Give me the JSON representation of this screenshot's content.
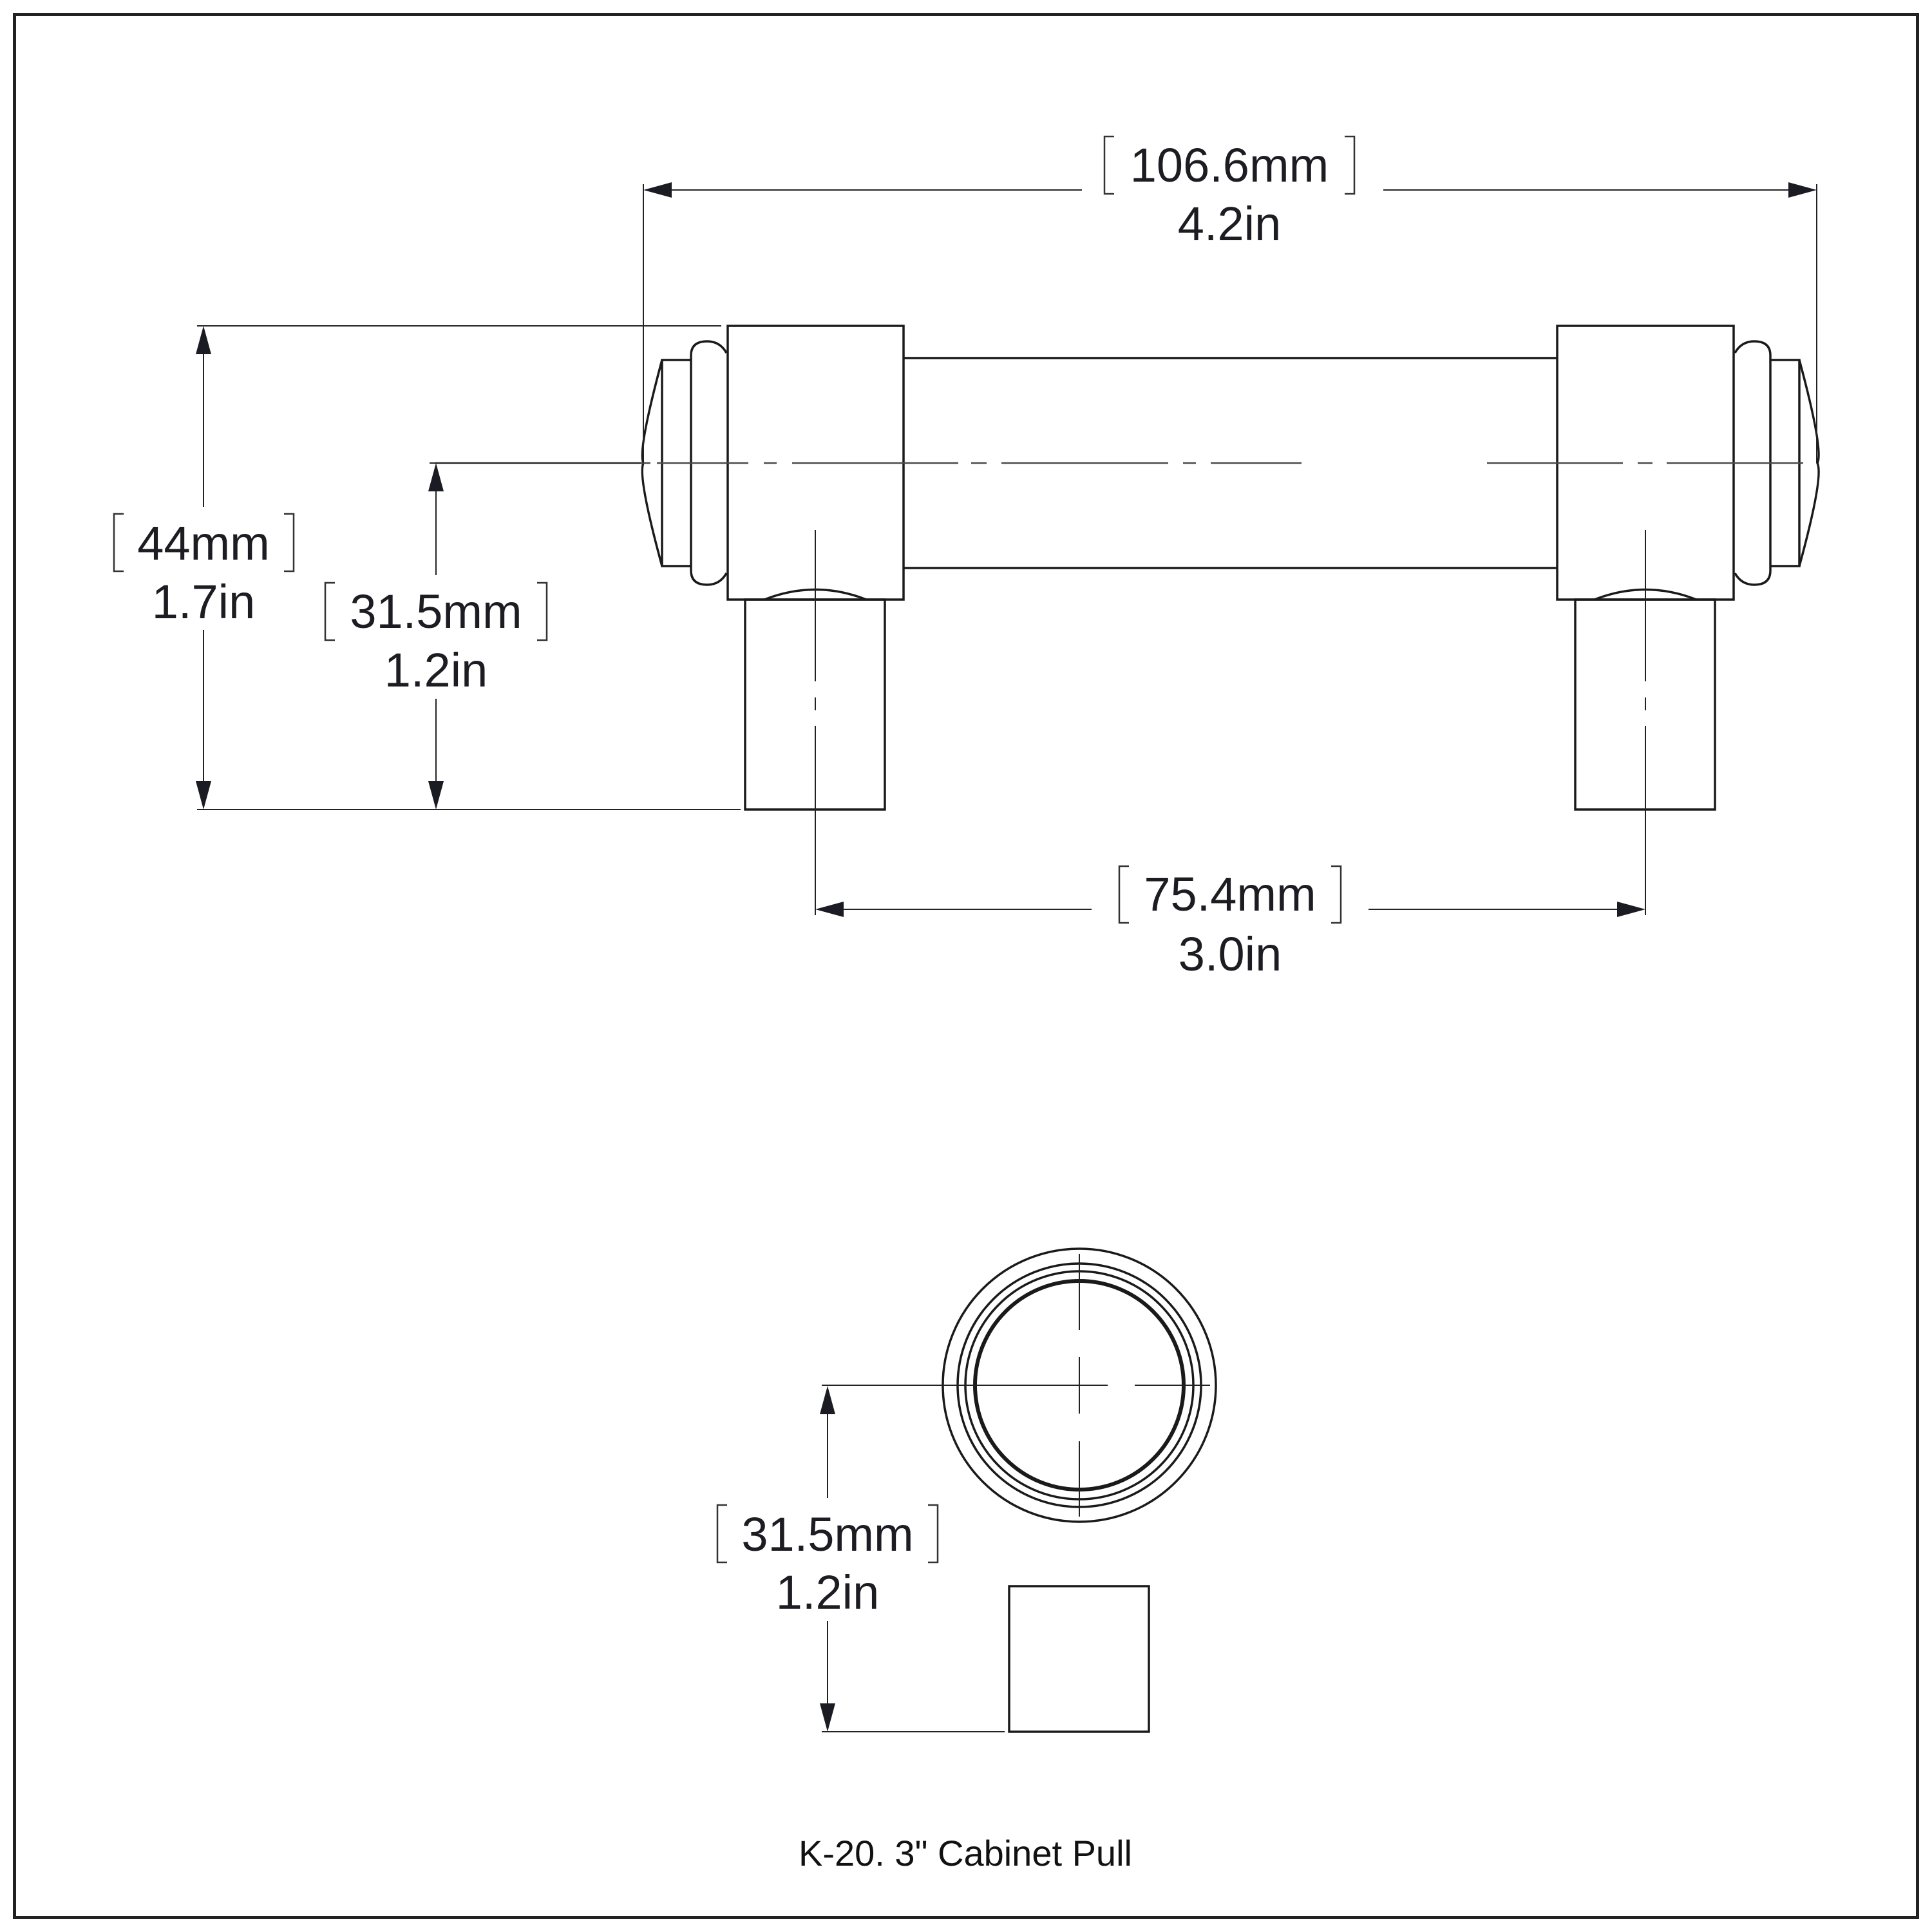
{
  "drawing": {
    "caption": "K-20. 3\" Cabinet Pull",
    "line_color": "#1a1a1a",
    "frame_color": "#222222",
    "background": "#ffffff"
  },
  "front_view": {
    "overall_length": {
      "mm": "106.6mm",
      "in": "4.2in"
    },
    "overall_height": {
      "mm": "44mm",
      "in": "1.7in"
    },
    "center_height": {
      "mm": "31.5mm",
      "in": "1.2in"
    },
    "hole_spacing": {
      "mm": "75.4mm",
      "in": "3.0in"
    }
  },
  "side_view": {
    "center_height": {
      "mm": "31.5mm",
      "in": "1.2in"
    }
  }
}
